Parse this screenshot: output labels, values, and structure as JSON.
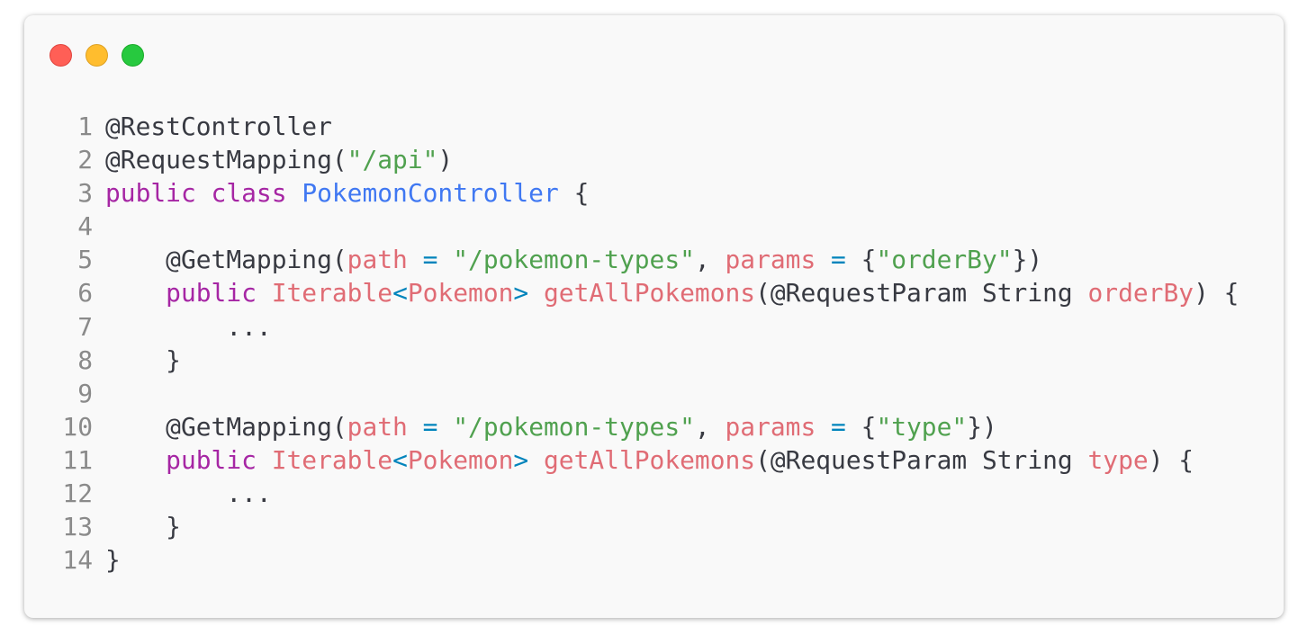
{
  "window_controls": {
    "close": "#ff5f56",
    "minimize": "#ffbd2e",
    "maximize": "#27c93f"
  },
  "code": {
    "lines": [
      {
        "n": "1",
        "tokens": [
          [
            "pl",
            "@RestController"
          ]
        ]
      },
      {
        "n": "2",
        "tokens": [
          [
            "pl",
            "@RequestMapping("
          ],
          [
            "str",
            "\"/api\""
          ],
          [
            "pl",
            ")"
          ]
        ]
      },
      {
        "n": "3",
        "tokens": [
          [
            "kw",
            "public"
          ],
          [
            "pl",
            " "
          ],
          [
            "kw",
            "class"
          ],
          [
            "pl",
            " "
          ],
          [
            "cls",
            "PokemonController"
          ],
          [
            "pl",
            " {"
          ]
        ]
      },
      {
        "n": "4",
        "tokens": []
      },
      {
        "n": "5",
        "tokens": [
          [
            "pl",
            "    @GetMapping("
          ],
          [
            "attr",
            "path"
          ],
          [
            "pl",
            " "
          ],
          [
            "op",
            "="
          ],
          [
            "pl",
            " "
          ],
          [
            "str",
            "\"/pokemon-types\""
          ],
          [
            "pl",
            ", "
          ],
          [
            "attr",
            "params"
          ],
          [
            "pl",
            " "
          ],
          [
            "op",
            "="
          ],
          [
            "pl",
            " {"
          ],
          [
            "str",
            "\"orderBy\""
          ],
          [
            "pl",
            "})"
          ]
        ]
      },
      {
        "n": "6",
        "tokens": [
          [
            "pl",
            "    "
          ],
          [
            "kw",
            "public"
          ],
          [
            "pl",
            " "
          ],
          [
            "attr",
            "Iterable"
          ],
          [
            "op",
            "<"
          ],
          [
            "attr",
            "Pokemon"
          ],
          [
            "op",
            ">"
          ],
          [
            "pl",
            " "
          ],
          [
            "attr",
            "getAllPokemons"
          ],
          [
            "pl",
            "(@RequestParam String "
          ],
          [
            "attr",
            "orderBy"
          ],
          [
            "pl",
            ") {"
          ]
        ]
      },
      {
        "n": "7",
        "tokens": [
          [
            "pl",
            "        ..."
          ]
        ]
      },
      {
        "n": "8",
        "tokens": [
          [
            "pl",
            "    }"
          ]
        ]
      },
      {
        "n": "9",
        "tokens": []
      },
      {
        "n": "10",
        "tokens": [
          [
            "pl",
            "    @GetMapping("
          ],
          [
            "attr",
            "path"
          ],
          [
            "pl",
            " "
          ],
          [
            "op",
            "="
          ],
          [
            "pl",
            " "
          ],
          [
            "str",
            "\"/pokemon-types\""
          ],
          [
            "pl",
            ", "
          ],
          [
            "attr",
            "params"
          ],
          [
            "pl",
            " "
          ],
          [
            "op",
            "="
          ],
          [
            "pl",
            " {"
          ],
          [
            "str",
            "\"type\""
          ],
          [
            "pl",
            "})"
          ]
        ]
      },
      {
        "n": "11",
        "tokens": [
          [
            "pl",
            "    "
          ],
          [
            "kw",
            "public"
          ],
          [
            "pl",
            " "
          ],
          [
            "attr",
            "Iterable"
          ],
          [
            "op",
            "<"
          ],
          [
            "attr",
            "Pokemon"
          ],
          [
            "op",
            ">"
          ],
          [
            "pl",
            " "
          ],
          [
            "attr",
            "getAllPokemons"
          ],
          [
            "pl",
            "(@RequestParam String "
          ],
          [
            "attr",
            "type"
          ],
          [
            "pl",
            ") {"
          ]
        ]
      },
      {
        "n": "12",
        "tokens": [
          [
            "pl",
            "        ..."
          ]
        ]
      },
      {
        "n": "13",
        "tokens": [
          [
            "pl",
            "    }"
          ]
        ]
      },
      {
        "n": "14",
        "tokens": [
          [
            "pl",
            "}"
          ]
        ]
      }
    ]
  }
}
